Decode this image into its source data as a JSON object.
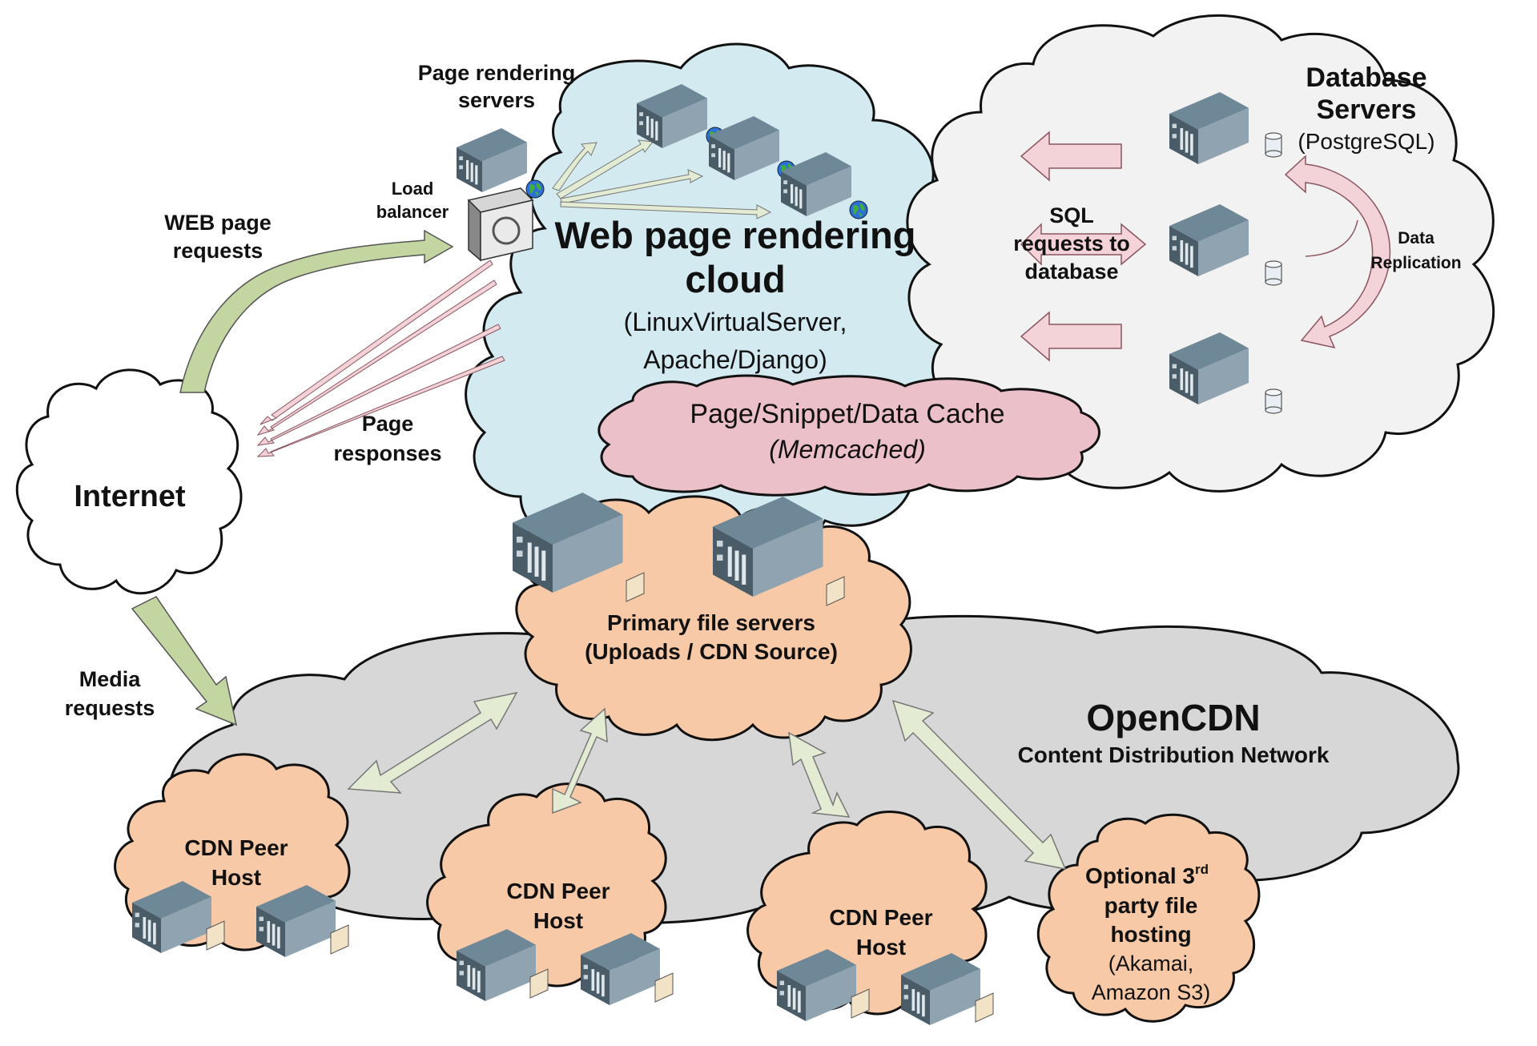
{
  "clouds": {
    "internet": "Internet",
    "web_title_line1": "Web page rendering",
    "web_title_line2": "cloud",
    "web_sub_line1": "(LinuxVirtualServer,",
    "web_sub_line2": "Apache/Django)",
    "cache_line1": "Page/Snippet/Data Cache",
    "cache_line2": "(Memcached)",
    "db_title_line1": "Database",
    "db_title_line2": "Servers",
    "db_sub": "(PostgreSQL)",
    "file_line1": "Primary file servers",
    "file_line2": "(Uploads / CDN Source)",
    "cdn_title": "OpenCDN",
    "cdn_sub": "Content Distribution Network",
    "peer1_line1": "CDN Peer",
    "peer1_line2": "Host",
    "peer2_line1": "CDN Peer",
    "peer2_line2": "Host",
    "peer3_line1": "CDN Peer",
    "peer3_line2": "Host",
    "third_line1": "Optional 3",
    "third_sup": "rd",
    "third_line2": "party file",
    "third_line3": "hosting",
    "third_line4": "(Akamai,",
    "third_line5": "Amazon S3)"
  },
  "labels": {
    "render_servers_line1": "Page rendering",
    "render_servers_line2": "servers",
    "lb_line1": "Load",
    "lb_line2": "balancer",
    "web_req_line1": "WEB page",
    "web_req_line2": "requests",
    "page_resp_line1": "Page",
    "page_resp_line2": "responses",
    "media_line1": "Media",
    "media_line2": "requests",
    "sql_line1": "SQL",
    "sql_line2": "requests to",
    "sql_line3": "database",
    "repl_line1": "Data",
    "repl_line2": "Replication"
  },
  "colors": {
    "web_cloud": "#d3eaf1",
    "db_cloud": "#f2f2f2",
    "cache_cloud": "#ecc0c8",
    "cdn_cloud": "#d7d7d7",
    "peer_cloud": "#f8c9a6",
    "green_arrow": "#c3d5a0",
    "pink_arrow": "#f3d3d8",
    "light_green_arrow": "#e3ebd3"
  },
  "icons": [
    "server-icon",
    "globe-icon",
    "database-cylinder-icon",
    "load-balancer-icon"
  ]
}
